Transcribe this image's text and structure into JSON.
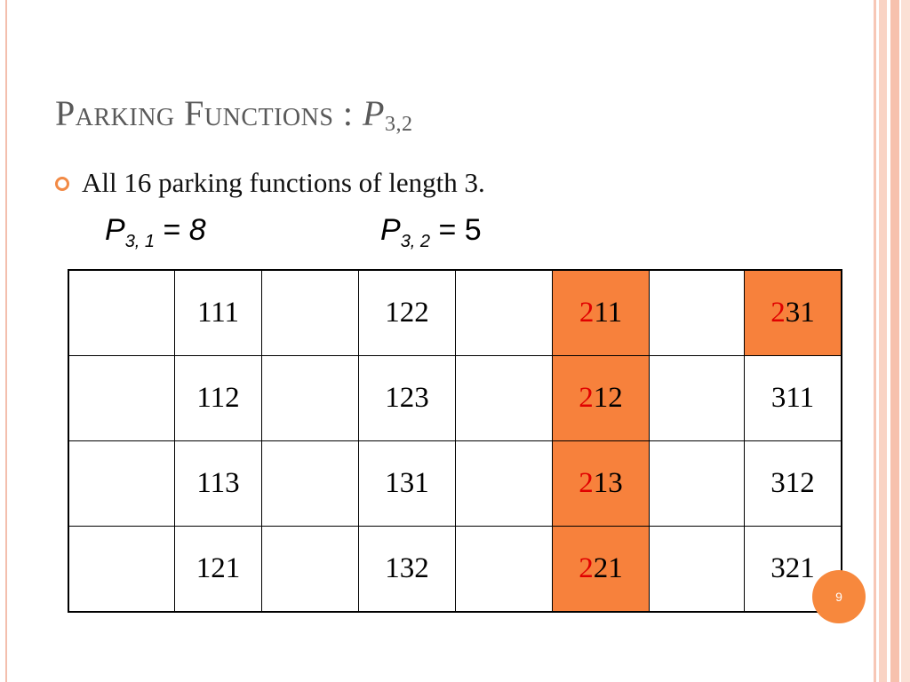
{
  "title": {
    "text": "Parking Functions : ",
    "symbol": "P",
    "subscript": "3,2"
  },
  "bullet": {
    "text": "All 16 parking functions of length 3."
  },
  "formulas": [
    {
      "symbol": "P",
      "subscript": "3, 1",
      "rest": " = ",
      "value": "8"
    },
    {
      "symbol": "P",
      "subscript": "3, 2",
      "rest": " = ",
      "value": "5"
    }
  ],
  "table": {
    "rows": [
      [
        "",
        "111",
        "",
        "122",
        "",
        "211",
        "",
        "231"
      ],
      [
        "",
        "112",
        "",
        "123",
        "",
        "212",
        "",
        "311"
      ],
      [
        "",
        "113",
        "",
        "131",
        "",
        "213",
        "",
        "312"
      ],
      [
        "",
        "121",
        "",
        "132",
        "",
        "221",
        "",
        "321"
      ]
    ],
    "highlighted_cells": [
      "0-5",
      "0-7",
      "1-5",
      "2-5",
      "3-5"
    ],
    "highlight_color": "#f7813c",
    "first_digit_red": [
      "211",
      "231",
      "212",
      "213",
      "221"
    ],
    "red_color": "#e00000"
  },
  "page_number": "9",
  "colors": {
    "accent": "#f28a45",
    "title": "#595959"
  }
}
